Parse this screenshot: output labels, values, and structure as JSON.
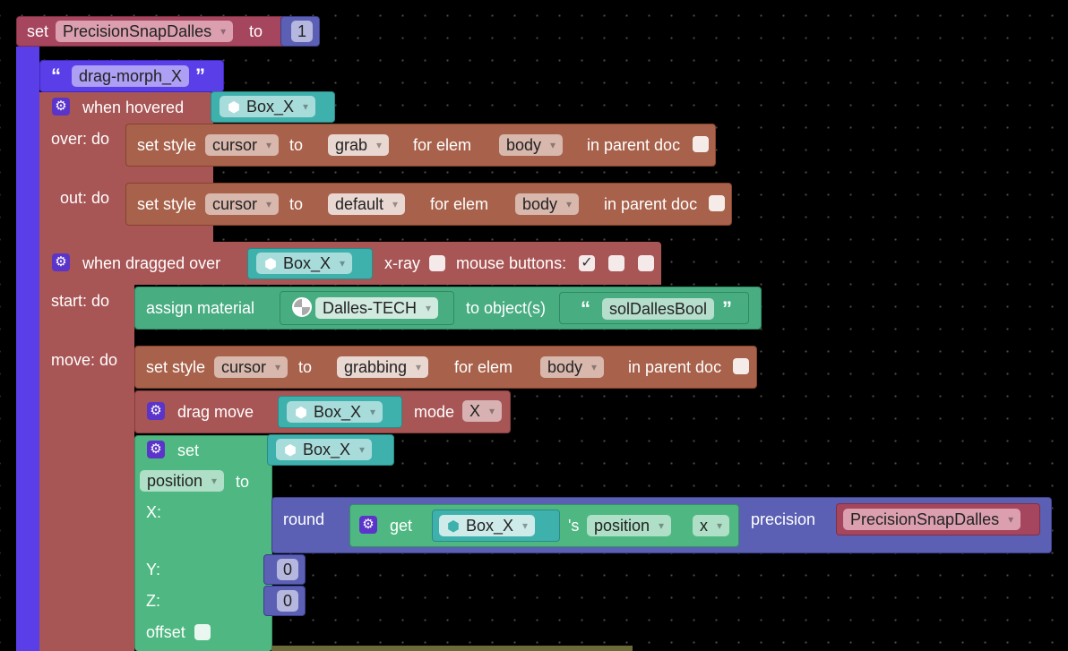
{
  "colors": {
    "variable": "#a5455e",
    "math": "#5b60b5",
    "text": "#5a3ee8",
    "event": "#a85555",
    "style": "#a8614a",
    "object": "#4fb882",
    "material": "#49ad82",
    "boxReporter": "#3fb1ad"
  },
  "set_var": {
    "set_label": "set",
    "variable": "PrecisionSnapDalles",
    "to_label": "to",
    "value": "1"
  },
  "drag_morph": {
    "text": "drag-morph_X"
  },
  "hover": {
    "title": "when hovered",
    "object": "Box_X",
    "over_label": "over: do",
    "out_label": "out: do",
    "over": {
      "set_style": "set style",
      "prop": "cursor",
      "to": "to",
      "value": "grab",
      "for_elem": "for elem",
      "elem": "body",
      "in_parent": "in parent doc"
    },
    "out": {
      "set_style": "set style",
      "prop": "cursor",
      "to": "to",
      "value": "default",
      "for_elem": "for elem",
      "elem": "body",
      "in_parent": "in parent doc"
    }
  },
  "drag": {
    "title": "when dragged over",
    "object": "Box_X",
    "xray": "x-ray",
    "mouse_buttons": "mouse buttons:",
    "check_mark": "✓",
    "start_label": "start: do",
    "move_label": "move: do",
    "assign": {
      "label": "assign material",
      "material": "Dalles-TECH",
      "to_objects": "to object(s)",
      "target": "solDallesBool"
    },
    "move_style": {
      "set_style": "set style",
      "prop": "cursor",
      "to": "to",
      "value": "grabbing",
      "for_elem": "for elem",
      "elem": "body",
      "in_parent": "in parent doc"
    },
    "drag_move": {
      "label": "drag move",
      "object": "Box_X",
      "mode_label": "mode",
      "mode": "X"
    },
    "set_pos": {
      "set_label": "set",
      "object": "Box_X",
      "prop": "position",
      "to": "to",
      "x_label": "X:",
      "y_label": "Y:",
      "z_label": "Z:",
      "offset_label": "offset",
      "round_label": "round",
      "get_label": "get",
      "get_object": "Box_X",
      "s_label": "'s",
      "get_prop": "position",
      "axis": "x",
      "precision_label": "precision",
      "precision_var": "PrecisionSnapDalles",
      "y_value": "0",
      "z_value": "0"
    }
  }
}
